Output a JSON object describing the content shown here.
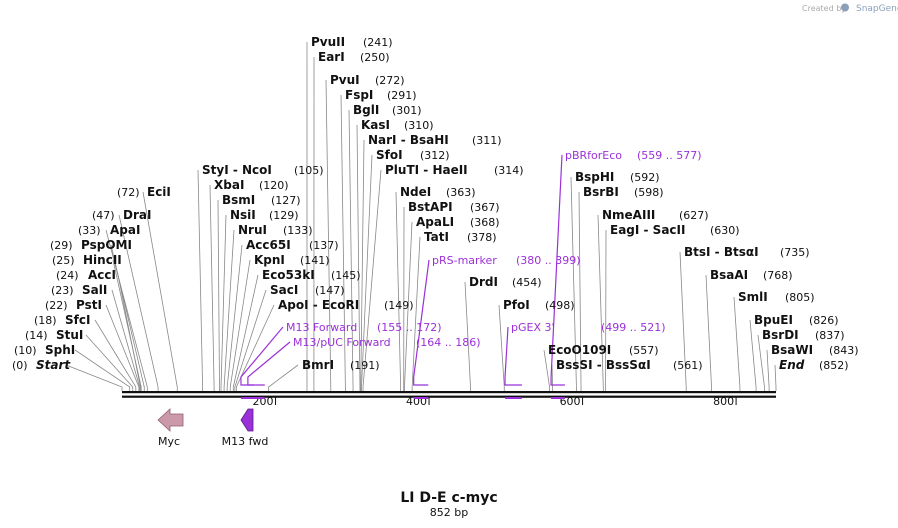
{
  "title": "LI D-E c-myc",
  "subtitle": "852 bp",
  "watermark": {
    "prefix": "Created by",
    "brand": "SnapGene"
  },
  "sequence_length": 852,
  "ruler_ticks": [
    "200",
    "400",
    "600",
    "800"
  ],
  "cut_sites": [
    {
      "name": "PvuII",
      "pos": "(241)"
    },
    {
      "name": "EarI",
      "pos": "(250)"
    },
    {
      "name": "PvuI",
      "pos": "(272)"
    },
    {
      "name": "FspI",
      "pos": "(291)"
    },
    {
      "name": "BglI",
      "pos": "(301)"
    },
    {
      "name": "KasI",
      "pos": "(310)"
    },
    {
      "name": "NarI  - BsaHI",
      "pos": "(311)"
    },
    {
      "name": "SfoI",
      "pos": "(312)"
    },
    {
      "name": "PluTI  - HaeII",
      "pos": "(314)"
    },
    {
      "name": "StyI  - NcoI",
      "pos": "(105)"
    },
    {
      "name": "XbaI",
      "pos": "(120)"
    },
    {
      "name": "BsmI",
      "pos": "(127)"
    },
    {
      "name": "NsiI",
      "pos": "(129)"
    },
    {
      "name": "NruI",
      "pos": "(133)"
    },
    {
      "name": "Acc65I",
      "pos": "(137)"
    },
    {
      "name": "KpnI",
      "pos": "(141)"
    },
    {
      "name": "Eco53kI",
      "pos": "(145)"
    },
    {
      "name": "SacI",
      "pos": "(147)"
    },
    {
      "name": "ApoI  - EcoRI",
      "pos": "(149)"
    },
    {
      "name": "BmrI",
      "pos": "(191)"
    },
    {
      "name": "EciI",
      "pos": "(72)"
    },
    {
      "name": "DraI",
      "pos": "(47)"
    },
    {
      "name": "ApaI",
      "pos": "(33)"
    },
    {
      "name": "PspOMI",
      "pos": "(29)"
    },
    {
      "name": "HincII",
      "pos": "(25)"
    },
    {
      "name": "AccI",
      "pos": "(24)"
    },
    {
      "name": "SalI",
      "pos": "(23)"
    },
    {
      "name": "PstI",
      "pos": "(22)"
    },
    {
      "name": "SfcI",
      "pos": "(18)"
    },
    {
      "name": "StuI",
      "pos": "(14)"
    },
    {
      "name": "SphI",
      "pos": "(10)"
    },
    {
      "name": "Start",
      "pos": "(0)"
    },
    {
      "name": "NdeI",
      "pos": "(363)"
    },
    {
      "name": "BstAPI",
      "pos": "(367)"
    },
    {
      "name": "ApaLI",
      "pos": "(368)"
    },
    {
      "name": "TatI",
      "pos": "(378)"
    },
    {
      "name": "DrdI",
      "pos": "(454)"
    },
    {
      "name": "PfoI",
      "pos": "(498)"
    },
    {
      "name": "EcoO109I",
      "pos": "(557)"
    },
    {
      "name": "BssSI  - BssSαI",
      "pos": "(561)"
    },
    {
      "name": "BspHI",
      "pos": "(592)"
    },
    {
      "name": "BsrBI",
      "pos": "(598)"
    },
    {
      "name": "NmeAIII",
      "pos": "(627)"
    },
    {
      "name": "EagI  - SacII",
      "pos": "(630)"
    },
    {
      "name": "BtsI  - BtsαI",
      "pos": "(735)"
    },
    {
      "name": "BsaAI",
      "pos": "(768)"
    },
    {
      "name": "SmlI",
      "pos": "(805)"
    },
    {
      "name": "BpuEI",
      "pos": "(826)"
    },
    {
      "name": "BsrDI",
      "pos": "(837)"
    },
    {
      "name": "BsaWI",
      "pos": "(843)"
    },
    {
      "name": "End",
      "pos": "(852)"
    }
  ],
  "primers": [
    {
      "name": "M13 Forward",
      "range": "(155 .. 172)"
    },
    {
      "name": "M13/pUC Forward",
      "range": "(164 .. 186)"
    },
    {
      "name": "pRS-marker",
      "range": "(380 .. 399)"
    },
    {
      "name": "pGEX 3'",
      "range": "(499 .. 521)"
    },
    {
      "name": "pBRforEco",
      "range": "(559 .. 577)"
    }
  ],
  "features": [
    {
      "name": "Myc",
      "color": "#cc99aa",
      "direction": "left"
    },
    {
      "name": "M13 fwd",
      "color": "#9b30d9",
      "direction": "left"
    }
  ],
  "colors": {
    "primer": "#9b30d9",
    "myc_feature": "#cc99aa",
    "m13_feature": "#9b30d9",
    "backbone": "#111111"
  }
}
